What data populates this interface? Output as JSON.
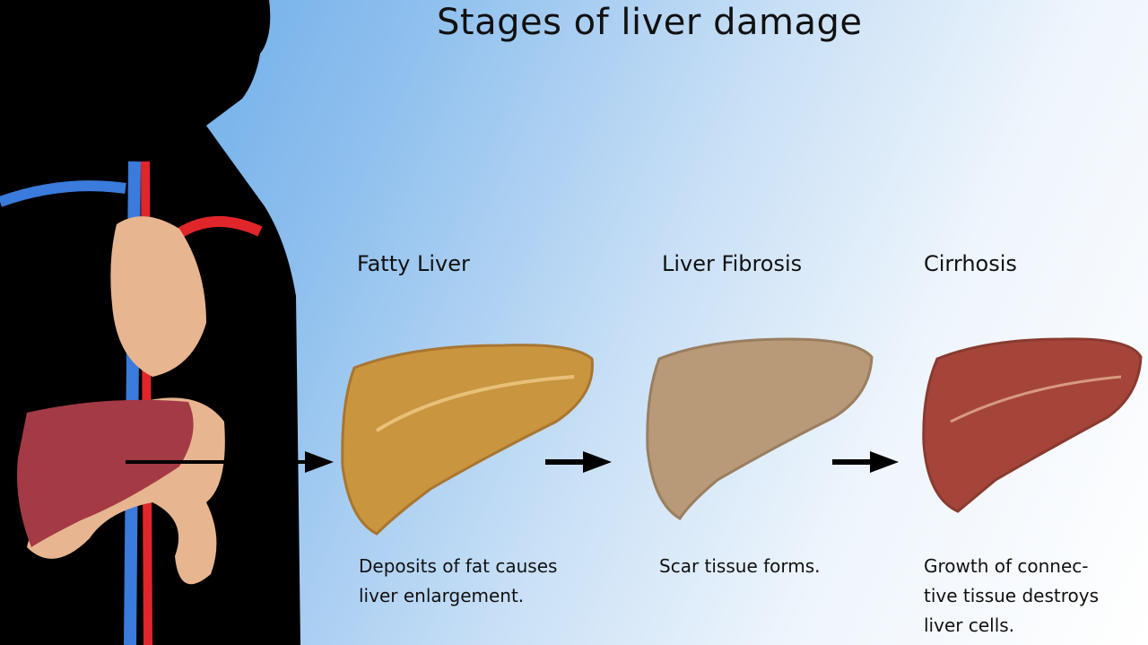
{
  "title": "Stages of liver damage",
  "stages": [
    {
      "label": "Fatty Liver",
      "description_lines": [
        "Deposits of fat causes",
        "liver enlargement."
      ]
    },
    {
      "label": "Liver Fibrosis",
      "description_lines": [
        "Scar tissue forms."
      ]
    },
    {
      "label": "Cirrhosis",
      "description_lines": [
        "Growth of connec-",
        "tive tissue destroys",
        "liver cells."
      ]
    }
  ],
  "colors": {
    "fatty": "#c9953f",
    "fibrosis": "#b89a78",
    "cirrhosis": "#a5453a",
    "healthy": "#a33a45"
  }
}
